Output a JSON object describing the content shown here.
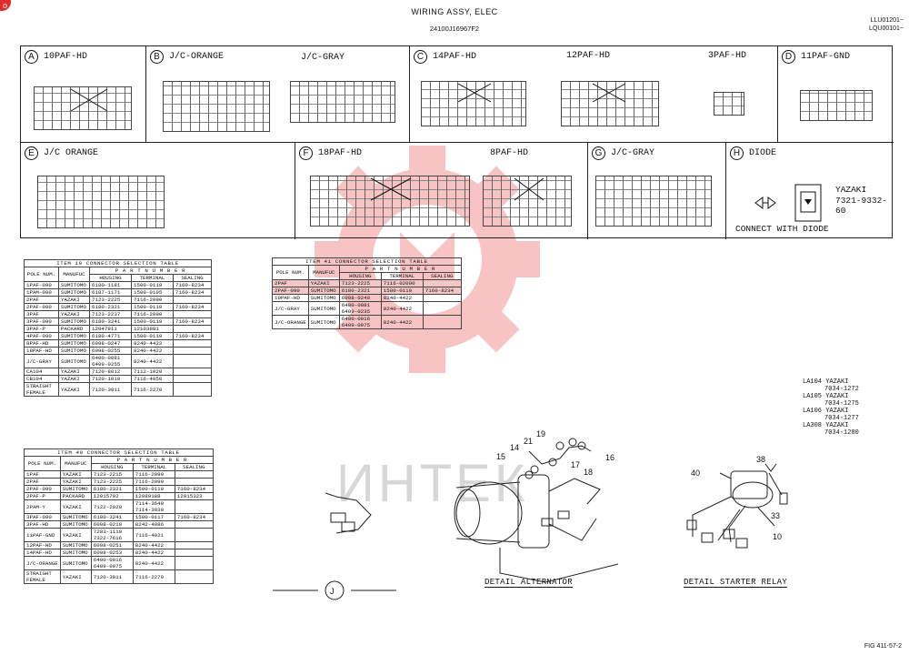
{
  "header": {
    "title": "WIRING ASSY, ELEC",
    "part_number": "24100J16967F2",
    "serial_1": "LLU01201~",
    "serial_2": "LQU00101~",
    "badge": "o"
  },
  "sections": {
    "A": {
      "letter": "A",
      "label": "10PAF-HD"
    },
    "B": {
      "letter": "B",
      "label": "J/C-ORANGE",
      "label2": "J/C-GRAY"
    },
    "C": {
      "letter": "C",
      "label": "14PAF-HD",
      "label2": "12PAF-HD",
      "label3": "3PAF-HD"
    },
    "D": {
      "letter": "D",
      "label": "11PAF-GND"
    },
    "E": {
      "letter": "E",
      "label": "J/C ORANGE"
    },
    "F": {
      "letter": "F",
      "label": "18PAF-HD",
      "label2": "8PAF-HD"
    },
    "G": {
      "letter": "G",
      "label": "J/C-GRAY"
    },
    "H": {
      "letter": "H",
      "label": "DIODE",
      "maker": "YAZAKI",
      "maker_part": "7321-9332-60",
      "note": "CONNECT WITH DIODE"
    }
  },
  "table_item10": {
    "caption": "ITEM 10  CONNECTOR SELECTION TABLE",
    "col_pole": "POLE NUM.",
    "col_manu": "MANUFUC",
    "col_part": "P A R T   N U M B E R",
    "col_housing": "HOUSING",
    "col_terminal": "TERMINAL",
    "col_sealing": "SEALING",
    "rows": [
      [
        "1PAF-090",
        "SUMITOMO",
        "6180-1181",
        "1500-0110",
        "7160-8234"
      ],
      [
        "1PAM-090",
        "SUMITOMO",
        "6187-1171",
        "1500-0105",
        "7160-8234"
      ],
      [
        "2PAF",
        "YAZAKI",
        "7123-2225",
        "7116-2090",
        ""
      ],
      [
        "2PAF-090",
        "SUMITOMO",
        "6180-2321",
        "1500-0110",
        "7160-8234"
      ],
      [
        "3PAF",
        "YAZAKI",
        "7123-2237",
        "7116-2090",
        ""
      ],
      [
        "3PAF-090",
        "SUMITOMO",
        "6180-3241",
        "1500-0110",
        "7160-8234"
      ],
      [
        "3PAF-P",
        "PACKARD",
        "12047911",
        "12103881",
        ""
      ],
      [
        "4PAF-090",
        "SUMITOMO",
        "6180-4771",
        "1500-0110",
        "7160-8234"
      ],
      [
        "8PAF-HD",
        "SUMITOMO",
        "6098-0247",
        "8240-4422",
        ""
      ],
      [
        "18PAF-HD",
        "SUMITOMO",
        "6098-0255",
        "8240-4422",
        ""
      ],
      [
        "J/C-GRAY",
        "SUMITOMO",
        "6400-0081\n6409-0255",
        "8240-4422",
        ""
      ],
      [
        "CA104",
        "YAZAKI",
        "7120-8012",
        "7112-1020",
        ""
      ],
      [
        "CB104",
        "YAZAKI",
        "7120-1010",
        "7116-4050",
        ""
      ],
      [
        "STRAIGHT\nFEMALE",
        "YAZAKI",
        "7120-3011",
        "7116-2270",
        ""
      ]
    ]
  },
  "table_item41": {
    "caption": "ITEM 41  CONNECTOR SELECTION TABLE",
    "col_pole": "POLE NUM.",
    "col_manu": "MANUFUC",
    "col_part": "P A R T   N U M B E R",
    "col_housing": "HOUSING",
    "col_terminal": "TERMINAL",
    "col_sealing": "SEALING",
    "rows": [
      [
        "2PAF",
        "YAZAKI",
        "7123-2225",
        "7116-02090",
        ""
      ],
      [
        "2PAF-090",
        "SUMITOMO",
        "6180-2321",
        "1500-0110",
        "7160-8234"
      ],
      [
        "10PAF-HD",
        "SUMITOMO",
        "6098-0249",
        "8240-4422",
        ""
      ],
      [
        "J/C-GRAY",
        "SUMITOMO",
        "6400-0081\n6409-0235",
        "8240-4422",
        ""
      ],
      [
        "J/C-ORANGE",
        "SUMITOMO",
        "6400-0016\n6409-0075",
        "8240-4422",
        ""
      ]
    ]
  },
  "table_item40": {
    "caption": "ITEM 40  CONNECTOR SELECTION TABLE",
    "col_pole": "POLE NUM.",
    "col_manu": "MANUFUC",
    "col_part": "P A R T   N U M B E R",
    "col_housing": "HOUSING",
    "col_terminal": "TERMINAL",
    "col_sealing": "SEALING",
    "rows": [
      [
        "1PAF",
        "YAZAKI",
        "7123-2215",
        "7116-2090",
        ""
      ],
      [
        "2PAF",
        "YAZAKI",
        "7123-2225",
        "7116-2090",
        ""
      ],
      [
        "2PAF-090",
        "SUMITOMO",
        "6180-2321",
        "1500-0110",
        "7160-8234"
      ],
      [
        "2PAF-P",
        "PACKARD",
        "12015792",
        "12089188",
        "12015323"
      ],
      [
        "2PAM-Y",
        "YAZAKI",
        "7122-2020",
        "7114-3640\n7114-3030",
        ""
      ],
      [
        "3PAF-090",
        "SUMITOMO",
        "6180-3241",
        "1500-0117",
        "7160-8234"
      ],
      [
        "3PAF-HD",
        "SUMITOMO",
        "6098-0210",
        "8242-4086",
        ""
      ],
      [
        "11PAF-GND",
        "YAZAKI",
        "7283-1110\n7322-7616",
        "7116-4021",
        ""
      ],
      [
        "12PAF-HD",
        "SUMITOMO",
        "6098-0251",
        "8240-4422",
        ""
      ],
      [
        "14PAF-HD",
        "SUMITOMO",
        "6098-0253",
        "8240-4422",
        ""
      ],
      [
        "J/C-ORANGE",
        "SUMITOMO",
        "6400-0016\n6409-0075",
        "8240-4422",
        ""
      ],
      [
        "STRAIGHT\nFEMALE",
        "YAZAKI",
        "7120-3011",
        "7116-2270",
        ""
      ]
    ]
  },
  "legend": {
    "lines": [
      "LA104 YAZAKI",
      "7034-1272",
      "LA105 YAZAKI",
      "7034-1275",
      "LA106 YAZAKI",
      "7034-1277",
      "LA308 YAZAKI",
      "7034-1280"
    ]
  },
  "details": {
    "j_letter": "J",
    "alternator": "DETAIL ALTERNATOR",
    "starter_relay": "DETAIL STARTER RELAY",
    "alt_callouts": [
      "15",
      "14",
      "21",
      "19",
      "17",
      "18",
      "16"
    ],
    "relay_callouts": [
      "40",
      "38",
      "33",
      "10"
    ]
  },
  "footer": {
    "fig": "FIG 411-57-2"
  },
  "watermark": {
    "text": "ИНТЕК",
    "color": "#e32b2b"
  }
}
